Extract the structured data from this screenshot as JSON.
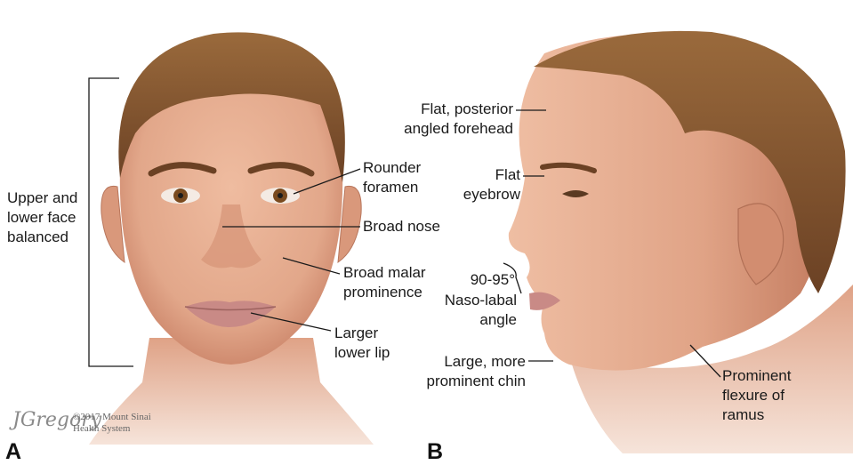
{
  "panels": {
    "a": "A",
    "b": "B"
  },
  "front_labels": {
    "balance": [
      "Upper and",
      "lower face",
      "balanced"
    ],
    "foramen": [
      "Rounder",
      "foramen"
    ],
    "nose": [
      "Broad nose"
    ],
    "malar": [
      "Broad malar",
      "prominence"
    ],
    "lip": [
      "Larger",
      "lower lip"
    ]
  },
  "profile_labels": {
    "forehead": [
      "Flat, posterior",
      "angled forehead"
    ],
    "eyebrow": [
      "Flat",
      "eyebrow"
    ],
    "angle_value": [
      "90-95°"
    ],
    "angle_name": [
      "Naso-labal",
      "angle"
    ],
    "chin": [
      "Large, more",
      "prominent chin"
    ],
    "ramus": [
      "Prominent",
      "flexure of",
      "ramus"
    ]
  },
  "credit": {
    "line1": "©2017 Mount Sinai",
    "line2": "Health System",
    "signature": "JGregory"
  },
  "colors": {
    "skin": "#e2a78a",
    "skin_shadow": "#c88065",
    "hair": "#8a5a32",
    "hair_dark": "#6b4124",
    "lip": "#c98a86",
    "iris": "#7a4a1e",
    "leader": "#1a1a1a"
  }
}
